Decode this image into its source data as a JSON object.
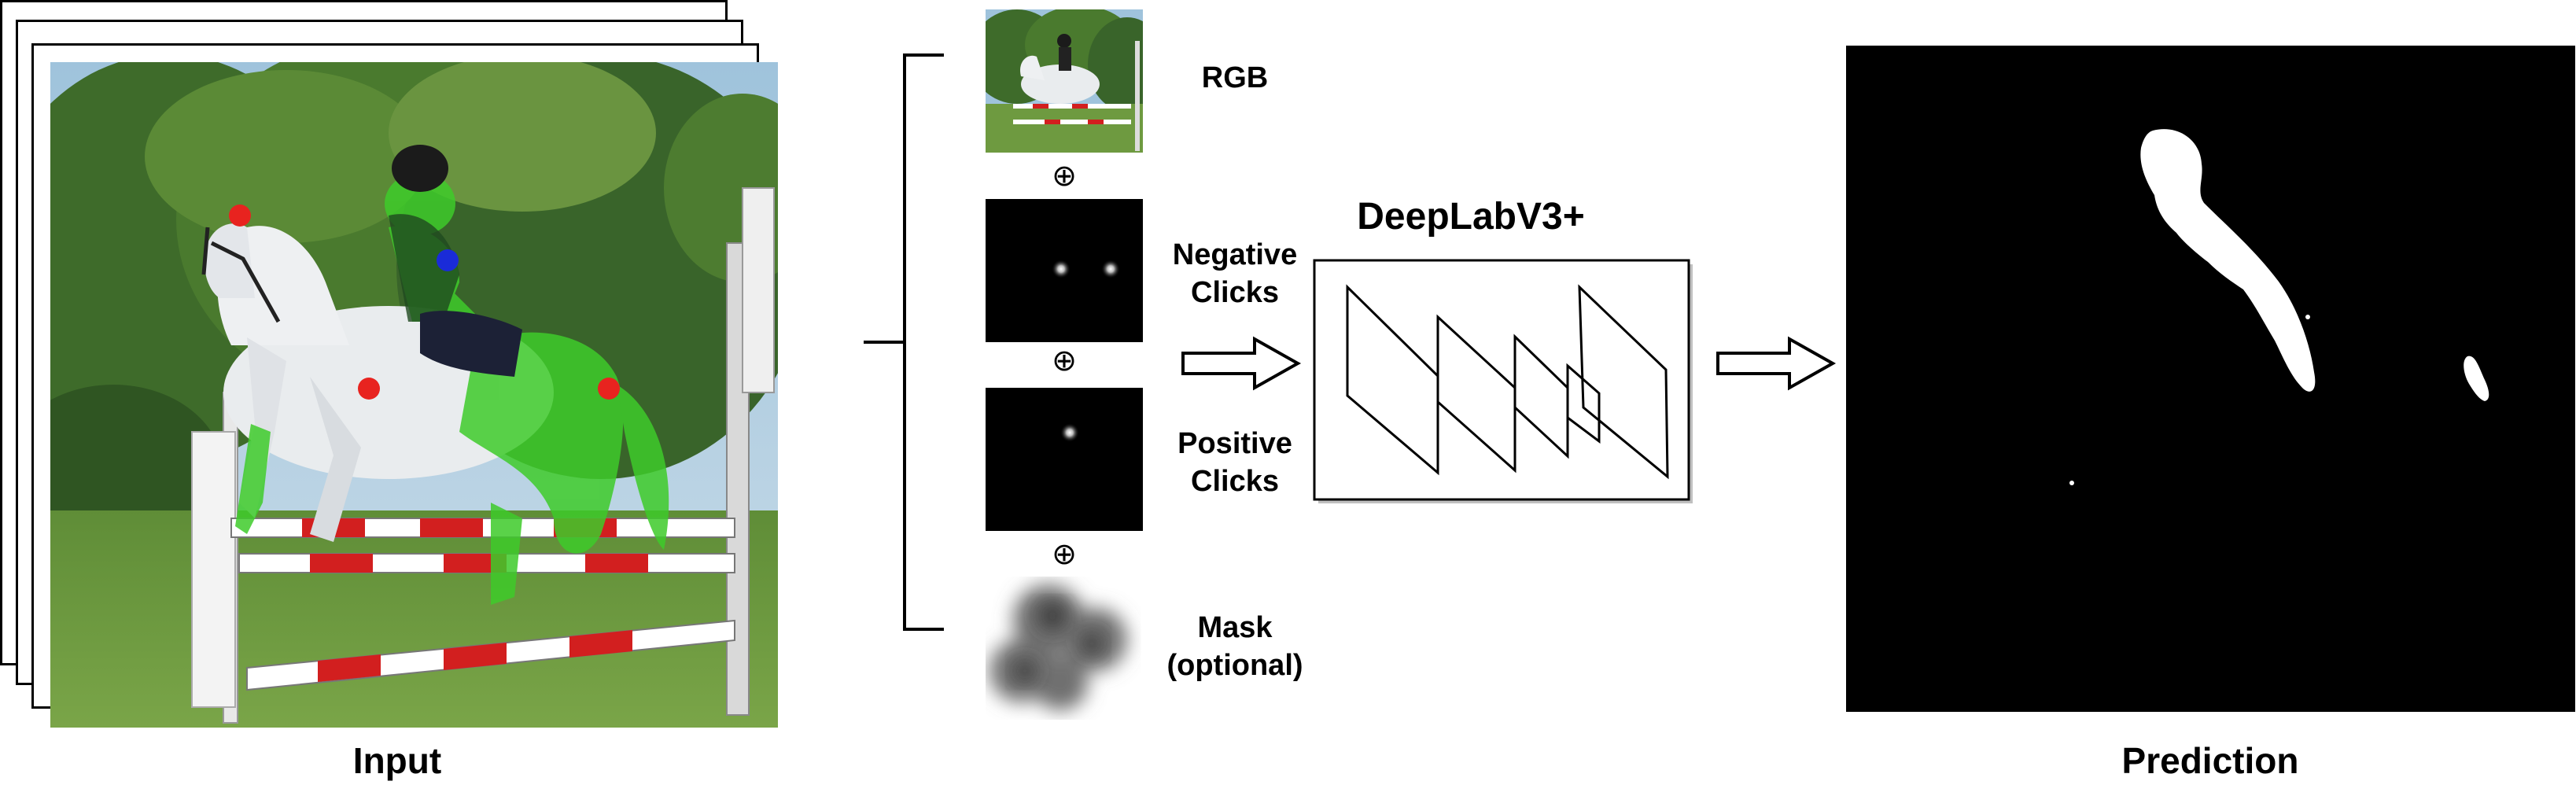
{
  "labels": {
    "input": "Input",
    "prediction": "Prediction",
    "network": "DeepLabV3+",
    "rgb": "RGB",
    "negative_line1": "Negative",
    "negative_line2": "Clicks",
    "positive_line1": "Positive",
    "positive_line2": "Clicks",
    "mask_line1": "Mask",
    "mask_line2": "(optional)"
  },
  "operator_symbol": "⊕",
  "colors": {
    "negative_click": "#e8231f",
    "positive_click": "#1a2bd8",
    "segmentation_overlay": "#3ecb2a",
    "background": "#ffffff",
    "prediction_bg": "#000000",
    "prediction_fg": "#ffffff"
  },
  "clicks": {
    "negative_count": 3,
    "positive_count": 1
  },
  "icons": [
    "concat-plus-icon",
    "arrow-right-icon",
    "bracket-icon"
  ]
}
